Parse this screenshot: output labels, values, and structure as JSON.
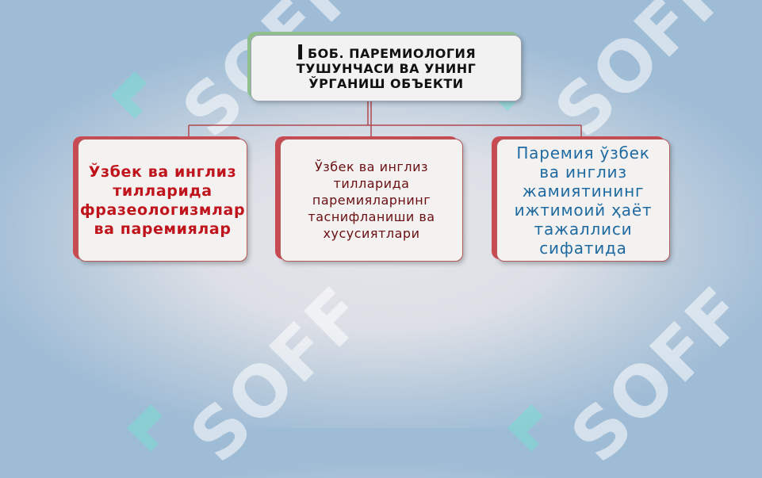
{
  "watermark": "SOFF",
  "root": {
    "number": "I",
    "text": "БОБ. ПАРЕМИОЛОГИЯ ТУШУНЧАСИ ВА УНИНГ ЎРГАНИШ ОБЪЕКТИ"
  },
  "children": [
    {
      "text": "Ўзбек ва инглиз тилларида фразеологизмлар ва паремиялар"
    },
    {
      "text": "Ўзбек ва инглиз тилларида паремияларнинг таснифланиши ва хусусиятлари"
    },
    {
      "text": "Паремия ўзбек ва инглиз жамиятининг ижтимоий ҳаёт тажаллиси сифатида"
    }
  ],
  "colors": {
    "connector": "#b0474e",
    "child_1_text": "#c0141c",
    "child_2_text": "#6a0f12",
    "child_3_text": "#1f6aa0"
  }
}
